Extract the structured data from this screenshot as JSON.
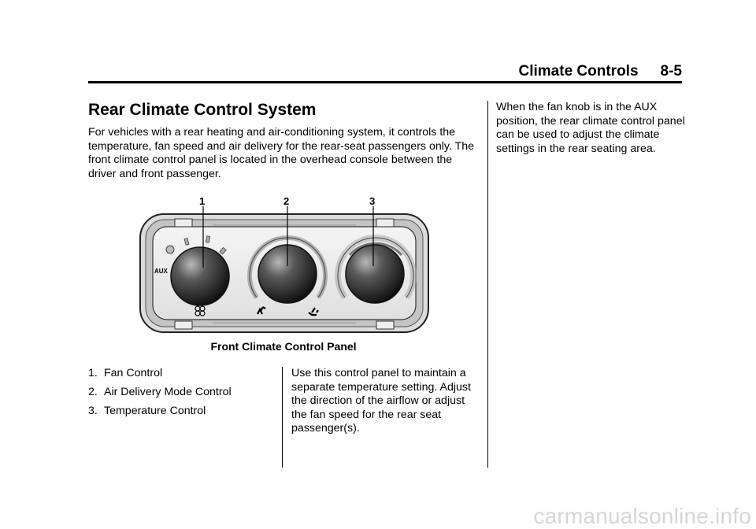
{
  "header": {
    "section": "Climate Controls",
    "page": "8-5"
  },
  "section_title": "Rear Climate Control System",
  "intro_text": "For vehicles with a rear heating and air-conditioning system, it controls the temperature, fan speed and air delivery for the rear-seat passengers only. The front climate control panel is located in the overhead console between the driver and front passenger.",
  "figure": {
    "callouts": [
      "1",
      "2",
      "3"
    ],
    "aux_label": "AUX",
    "caption": "Front Climate Control Panel"
  },
  "list": [
    {
      "num": "1.",
      "label": "Fan Control"
    },
    {
      "num": "2.",
      "label": "Air Delivery Mode Control"
    },
    {
      "num": "3.",
      "label": "Temperature Control"
    }
  ],
  "middle_text": "Use this control panel to maintain a separate temperature setting. Adjust the direction of the airflow or adjust the fan speed for the rear seat passenger(s).",
  "right_text": "When the fan knob is in the AUX position, the rear climate control panel can be used to adjust the climate settings in the rear seating area.",
  "footer_url": "carmanualsonline.info"
}
